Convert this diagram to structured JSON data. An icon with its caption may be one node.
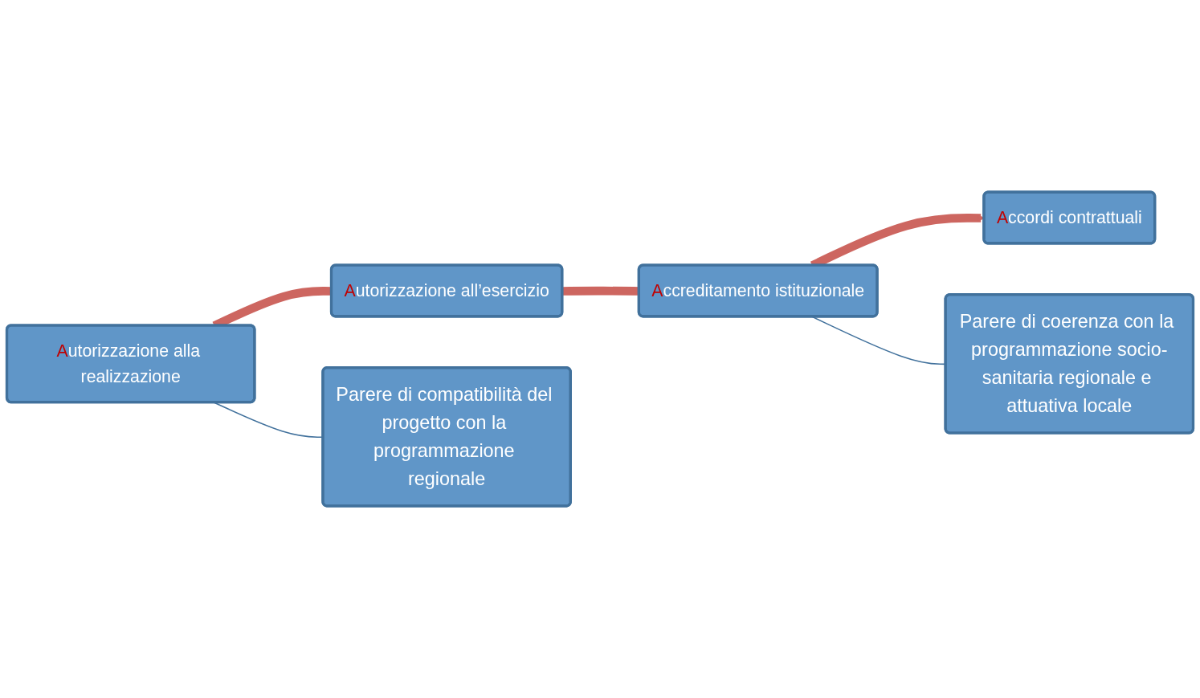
{
  "diagram": {
    "nodes": [
      {
        "text": [
          "Autorizzazione alla realizzazione"
        ]
      },
      {
        "text": [
          "Autorizzazione all’esercizio"
        ]
      },
      {
        "text": [
          "Accreditamento istituzionale"
        ]
      },
      {
        "text": [
          "Accordi contrattuali"
        ]
      },
      {
        "text": [
          "Parere di compatibilità del progetto con la programmazione regionale"
        ]
      },
      {
        "text": [
          "Parere di coerenza con la programmazione socio-sanitaria regionale e attuativa locale"
        ]
      }
    ],
    "edges": [
      {
        "from": 0,
        "to": 1,
        "arrow": "none"
      },
      {
        "from": 1,
        "to": 2,
        "arrow": "none"
      },
      {
        "from": 2,
        "to": 3,
        "arrow": "to"
      },
      {
        "from": 0,
        "to": 4,
        "arrow": "none",
        "color": "#41719c"
      },
      {
        "from": 2,
        "to": 5,
        "arrow": "none",
        "color": "#41719c"
      }
    ]
  }
}
